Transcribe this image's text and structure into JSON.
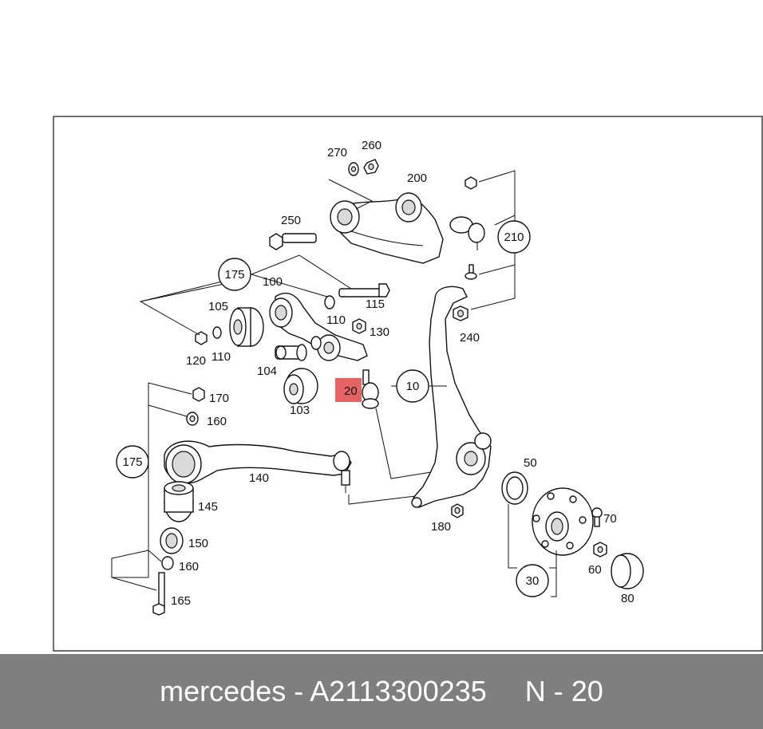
{
  "diagram": {
    "labels": {
      "l270": "270",
      "l260": "260",
      "l200": "200",
      "l250": "250",
      "l100": "100",
      "l105": "105",
      "l110a": "110",
      "l110b": "110",
      "l115": "115",
      "l120": "120",
      "l130": "130",
      "l104": "104",
      "l103": "103",
      "l170": "170",
      "l160a": "160",
      "l160b": "160",
      "l140": "140",
      "l145": "145",
      "l150": "150",
      "l165": "165",
      "l180": "180",
      "l50": "50",
      "l70": "70",
      "l60": "60",
      "l80": "80",
      "l240": "240"
    },
    "circled": {
      "c175a": "175",
      "c175b": "175",
      "c210": "210",
      "c10": "10",
      "c30": "30"
    },
    "highlight": {
      "label": "20",
      "color": "#e04848"
    }
  },
  "footer": {
    "brand_part": "mercedes - A2113300235",
    "position": "N - 20"
  }
}
